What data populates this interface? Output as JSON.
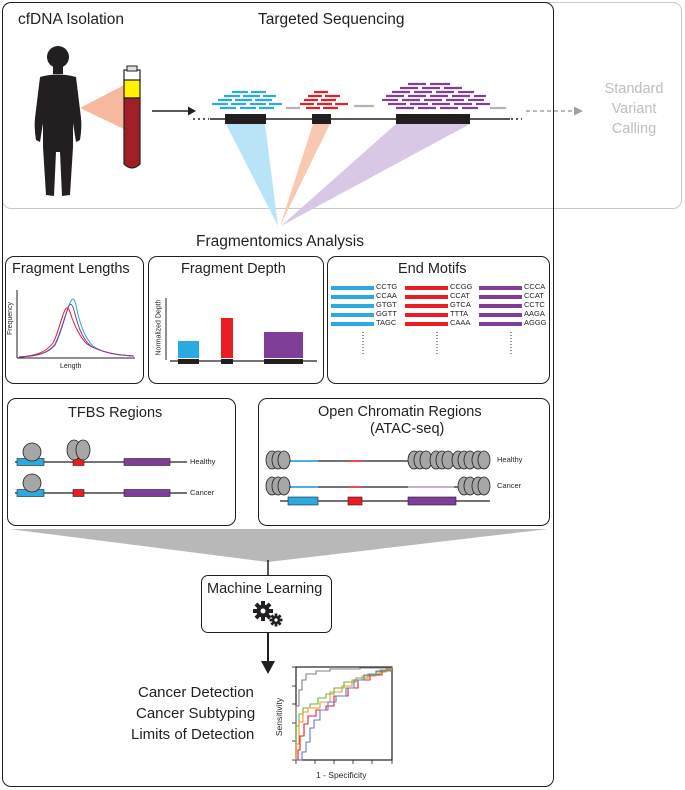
{
  "header": {
    "cfdna_isolation": "cfDNA Isolation",
    "targeted_sequencing": "Targeted Sequencing",
    "standard_variant_calling": [
      "Standard",
      "Variant",
      "Calling"
    ]
  },
  "fragmentomics": {
    "title": "Fragmentomics Analysis"
  },
  "panels": {
    "fragment_lengths": {
      "title": "Fragment Lengths",
      "ylabel": "Frequency",
      "xlabel": "Length"
    },
    "fragment_depth": {
      "title": "Fragment Depth",
      "ylabel": "Normalized Depth"
    },
    "end_motifs": {
      "title": "End Motifs",
      "columns": [
        {
          "color": "#29abe2",
          "motifs": [
            "CCTG",
            "CCAA",
            "GTGT",
            "GGTT",
            "TAGC"
          ]
        },
        {
          "color": "#ec1c24",
          "motifs": [
            "CCGG",
            "CCAT",
            "GTCA",
            "TTTA",
            "CAAA"
          ]
        },
        {
          "color": "#7f3f98",
          "motifs": [
            "CCCA",
            "CCAT",
            "CCTC",
            "AAGA",
            "AGGG"
          ]
        }
      ]
    },
    "tfbs": {
      "title": "TFBS Regions",
      "healthy": "Healthy",
      "cancer": "Cancer"
    },
    "open_chromatin": {
      "title_line1": "Open Chromatin Regions",
      "title_line2": "(ATAC-seq)",
      "healthy": "Healthy",
      "cancer": "Cancer"
    }
  },
  "ml": {
    "label": "Machine Learning",
    "icon": "gears-icon"
  },
  "outputs": {
    "items": [
      "Cancer Detection",
      "Cancer Subtyping",
      "Limits of Detection"
    ]
  },
  "roc": {
    "ylabel": "Sensitivity",
    "xlabel": "1 - Specificity"
  },
  "colors": {
    "blue": "#29abe2",
    "red": "#ec1c24",
    "purple": "#7f3f98",
    "gray": "#808080",
    "salmon": "#f6b89f",
    "light_blue": "#b9e3f6",
    "lavender": "#d3c3e3",
    "green": "#5cb946",
    "orange": "#f7941d",
    "yellow": "#fff200",
    "dark_red": "#9e1f25"
  }
}
